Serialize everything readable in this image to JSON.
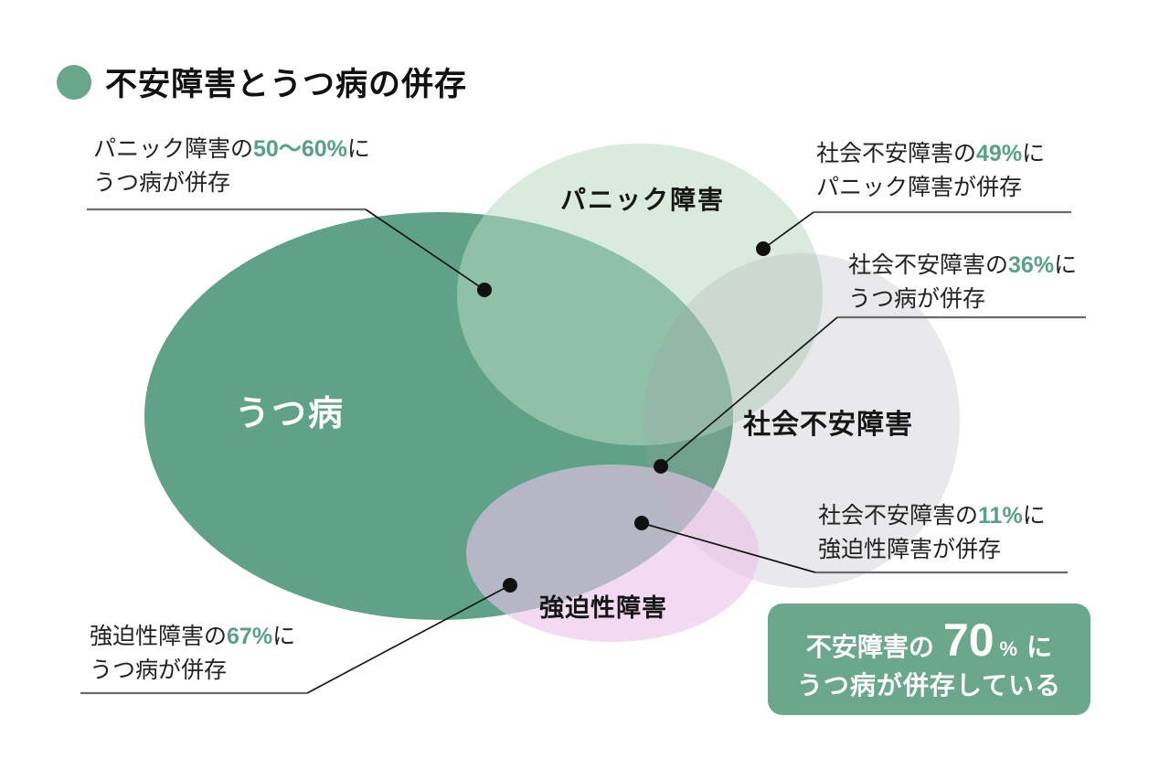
{
  "title": {
    "text": "不安障害とうつ病の併存"
  },
  "colors": {
    "depression": "#5fa287",
    "panic": "#b9dac3",
    "social": "#a29ea6",
    "ocd": "#eac4ea",
    "accent": "#57a184",
    "summary_bg": "#6aa78b",
    "title_bullet": "#68a78c"
  },
  "labels": {
    "depression": "うつ病",
    "panic": "パニック障害",
    "social": "社会不安障害",
    "ocd": "強迫性障害"
  },
  "annotations": [
    {
      "id": "panic-depression",
      "prefix": "パニック障害の",
      "value": "50〜60%",
      "suffix": "に",
      "line2": "うつ病が併存"
    },
    {
      "id": "social-panic",
      "prefix": "社会不安障害の",
      "value": "49%",
      "suffix": "に",
      "line2": "パニック障害が併存"
    },
    {
      "id": "social-depression",
      "prefix": "社会不安障害の",
      "value": "36%",
      "suffix": "に",
      "line2": "うつ病が併存"
    },
    {
      "id": "social-ocd",
      "prefix": "社会不安障害の",
      "value": "11%",
      "suffix": "に",
      "line2": "強迫性障害が併存"
    },
    {
      "id": "ocd-depression",
      "prefix": "強迫性障害の",
      "value": "67%",
      "suffix": "に",
      "line2": "うつ病が併存"
    }
  ],
  "summary": {
    "prefix": "不安障害の",
    "value": "70",
    "unit": "%",
    "suffix": "に",
    "line2": "うつ病が併存している"
  }
}
